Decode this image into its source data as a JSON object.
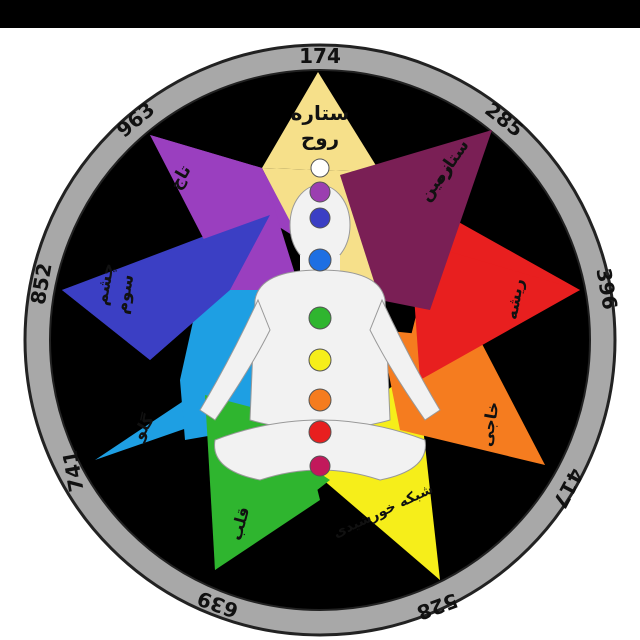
{
  "frequencies": [
    "174",
    "285",
    "396",
    "417",
    "528",
    "639",
    "741",
    "852",
    "963"
  ],
  "labels": {
    "soul_star": [
      "ستاره",
      "روح"
    ],
    "earth_star": [
      "ستاره",
      "زمین"
    ],
    "root": [
      "ریشه"
    ],
    "sacral": [
      "خاجی"
    ],
    "solar_plexus": [
      "شبکه خورشیدی"
    ],
    "heart": [
      "قلب"
    ],
    "throat": [
      "گلو"
    ],
    "third_eye": [
      "چشم",
      "سوم"
    ],
    "crown": [
      "تاج"
    ]
  },
  "colors": {
    "ring": "#a8a8a8",
    "background": "#000000",
    "soul_star": "#f6e08a",
    "earth_star": "#7a1f55",
    "root": "#e81f1f",
    "sacral": "#f57c1f",
    "solar_plexus": "#f6ee1a",
    "heart": "#2fb52f",
    "throat": "#1e9fe3",
    "third_eye": "#3b3fc4",
    "crown": "#9a3fbf",
    "body": "#f2f2f2"
  },
  "chakra_dots": [
    "#ffffff",
    "#9b3fb0",
    "#3b3fc4",
    "#1e6fe3",
    "#2fb52f",
    "#f6ee1a",
    "#f57c1f",
    "#e81f1f",
    "#c2185b"
  ]
}
